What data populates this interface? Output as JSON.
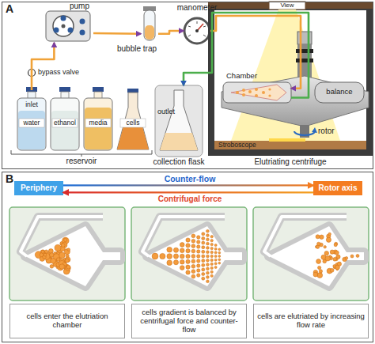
{
  "diagram": {
    "nodes": [
      {
        "text": [
          "A"
        ]
      },
      {
        "text": [
          "pump"
        ],
        "in": 0
      },
      {
        "text": [
          "bubble trap"
        ],
        "in": 0
      },
      {
        "text": [
          "manometer"
        ],
        "in": 0
      },
      {
        "text": [
          "water"
        ],
        "in": 0
      },
      {
        "text": [
          "ethanol"
        ],
        "in": 0
      },
      {
        "text": [
          "media"
        ],
        "in": 0
      },
      {
        "text": [
          "cells"
        ],
        "in": 0
      },
      {
        "text": [
          "outlet",
          "collection flask"
        ],
        "in": 0
      },
      {
        "text": [
          "Elutriating centrifuge"
        ],
        "in": 0
      },
      {
        "text": [
          "Chamber"
        ],
        "in": 9
      },
      {
        "text": [
          "balance"
        ],
        "in": 9
      },
      {
        "text": [
          "B"
        ]
      },
      {
        "text": [
          "Periphery"
        ],
        "in": 12
      },
      {
        "text": [
          "Rotor axis"
        ],
        "in": 12
      },
      {
        "text": [
          "cells enter the elutriation chamber"
        ],
        "in": 12
      },
      {
        "text": [
          "cells gradient is balanced by centrifugal force and counter-flow"
        ],
        "in": 12
      },
      {
        "text": [
          "cells are elutriated by increasing flow rate"
        ],
        "in": 12
      }
    ],
    "edges": [
      {
        "from": 4,
        "to": 1,
        "arrow": "to"
      },
      {
        "from": 1,
        "to": 2,
        "arrow": "to"
      },
      {
        "from": 2,
        "to": 3,
        "arrow": "to"
      },
      {
        "from": 3,
        "to": 10,
        "arrow": "to"
      },
      {
        "from": 10,
        "to": 8,
        "arrow": "to"
      },
      {
        "from": 13,
        "to": 14,
        "label": "Counter-flow",
        "arrow": "to"
      },
      {
        "from": 14,
        "to": 13,
        "label": "Contrifugal force",
        "arrow": "to"
      }
    ],
    "labels": [
      "bypass valve",
      "inlet",
      "reservoir",
      "View",
      "rotor",
      "Stroboscope"
    ]
  }
}
